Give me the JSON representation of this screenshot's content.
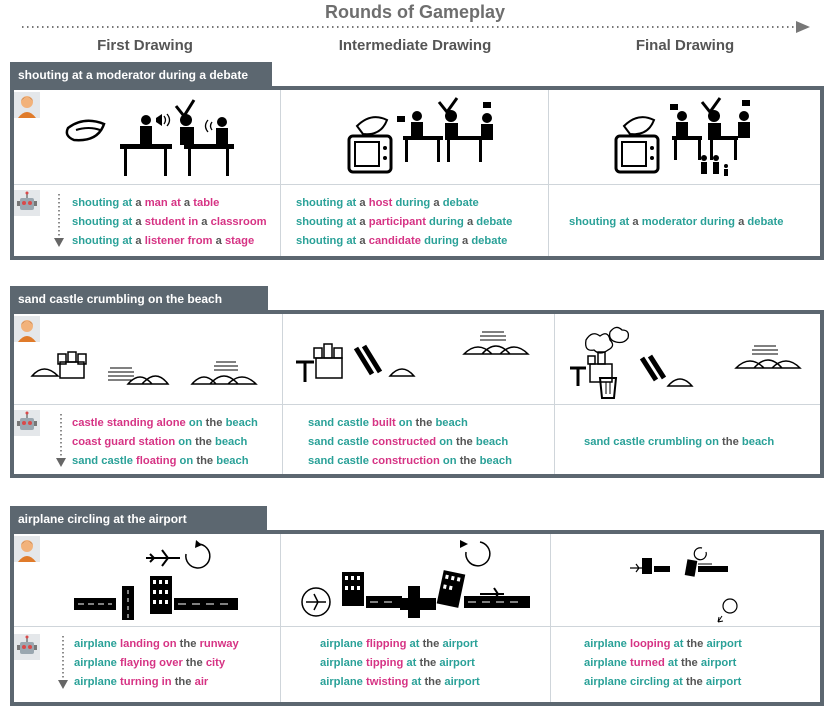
{
  "header": {
    "title": "Rounds of Gameplay",
    "columns": [
      "First Drawing",
      "Intermediate Drawing",
      "Final Drawing"
    ]
  },
  "colors": {
    "panel": "#5c6770",
    "correct": "#2aa198",
    "incorrect": "#d63384",
    "filler": "#555555"
  },
  "panels": [
    {
      "title": "shouting at a moderator during a debate",
      "guesses": [
        [
          [
            [
              "shouting at",
              "teal"
            ],
            [
              " a ",
              "gray"
            ],
            [
              "man at",
              "pink"
            ],
            [
              " a ",
              "gray"
            ],
            [
              "table",
              "pink"
            ]
          ],
          [
            [
              "shouting at",
              "teal"
            ],
            [
              " a ",
              "gray"
            ],
            [
              "student in",
              "pink"
            ],
            [
              " a ",
              "gray"
            ],
            [
              "classroom",
              "pink"
            ]
          ],
          [
            [
              "shouting at",
              "teal"
            ],
            [
              " a ",
              "gray"
            ],
            [
              "listener from",
              "pink"
            ],
            [
              " a ",
              "gray"
            ],
            [
              "stage",
              "pink"
            ]
          ]
        ],
        [
          [
            [
              "shouting at",
              "teal"
            ],
            [
              " a ",
              "gray"
            ],
            [
              "host",
              "pink"
            ],
            [
              " during",
              "teal"
            ],
            [
              " a ",
              "gray"
            ],
            [
              "debate",
              "teal"
            ]
          ],
          [
            [
              "shouting at",
              "teal"
            ],
            [
              " a ",
              "gray"
            ],
            [
              "participant",
              "pink"
            ],
            [
              " during",
              "teal"
            ],
            [
              " a ",
              "gray"
            ],
            [
              "debate",
              "teal"
            ]
          ],
          [
            [
              "shouting at",
              "teal"
            ],
            [
              " a ",
              "gray"
            ],
            [
              "candidate",
              "pink"
            ],
            [
              " during",
              "teal"
            ],
            [
              " a ",
              "gray"
            ],
            [
              "debate",
              "teal"
            ]
          ]
        ],
        [
          [
            [
              "shouting at",
              "teal"
            ],
            [
              " a ",
              "gray"
            ],
            [
              "moderator during",
              "teal"
            ],
            [
              " a ",
              "gray"
            ],
            [
              "debate",
              "teal"
            ]
          ]
        ]
      ]
    },
    {
      "title": "sand castle crumbling on the beach",
      "guesses": [
        [
          [
            [
              "castle standing alone",
              "pink"
            ],
            [
              " on",
              "teal"
            ],
            [
              " the ",
              "gray"
            ],
            [
              "beach",
              "teal"
            ]
          ],
          [
            [
              "coast guard station",
              "pink"
            ],
            [
              " on",
              "teal"
            ],
            [
              " the ",
              "gray"
            ],
            [
              "beach",
              "teal"
            ]
          ],
          [
            [
              "sand castle",
              "teal"
            ],
            [
              " floating",
              "pink"
            ],
            [
              " on",
              "teal"
            ],
            [
              " the ",
              "gray"
            ],
            [
              "beach",
              "teal"
            ]
          ]
        ],
        [
          [
            [
              "sand castle",
              "teal"
            ],
            [
              " built",
              "pink"
            ],
            [
              " on",
              "teal"
            ],
            [
              " the ",
              "gray"
            ],
            [
              "beach",
              "teal"
            ]
          ],
          [
            [
              "sand castle",
              "teal"
            ],
            [
              " constructed",
              "pink"
            ],
            [
              " on",
              "teal"
            ],
            [
              " the ",
              "gray"
            ],
            [
              "beach",
              "teal"
            ]
          ],
          [
            [
              "sand castle",
              "teal"
            ],
            [
              " construction",
              "pink"
            ],
            [
              " on",
              "teal"
            ],
            [
              " the ",
              "gray"
            ],
            [
              "beach",
              "teal"
            ]
          ]
        ],
        [
          [
            [
              "sand castle crumbling on",
              "teal"
            ],
            [
              " the ",
              "gray"
            ],
            [
              "beach",
              "teal"
            ]
          ]
        ]
      ]
    },
    {
      "title": "airplane circling at the airport",
      "guesses": [
        [
          [
            [
              "airplane",
              "teal"
            ],
            [
              " landing on",
              "pink"
            ],
            [
              " the ",
              "gray"
            ],
            [
              "runway",
              "pink"
            ]
          ],
          [
            [
              "airplane",
              "teal"
            ],
            [
              " flaying over",
              "pink"
            ],
            [
              " the ",
              "gray"
            ],
            [
              "city",
              "pink"
            ]
          ],
          [
            [
              "airplane",
              "teal"
            ],
            [
              " turning in",
              "pink"
            ],
            [
              " the ",
              "gray"
            ],
            [
              "air",
              "pink"
            ]
          ]
        ],
        [
          [
            [
              "airplane",
              "teal"
            ],
            [
              " flipping",
              "pink"
            ],
            [
              " at",
              "teal"
            ],
            [
              " the ",
              "gray"
            ],
            [
              "airport",
              "teal"
            ]
          ],
          [
            [
              "airplane",
              "teal"
            ],
            [
              " tipping",
              "pink"
            ],
            [
              " at",
              "teal"
            ],
            [
              " the ",
              "gray"
            ],
            [
              "airport",
              "teal"
            ]
          ],
          [
            [
              "airplane",
              "teal"
            ],
            [
              " twisting",
              "pink"
            ],
            [
              " at",
              "teal"
            ],
            [
              " the ",
              "gray"
            ],
            [
              "airport",
              "teal"
            ]
          ]
        ],
        [
          [
            [
              "airplane",
              "teal"
            ],
            [
              " looping",
              "pink"
            ],
            [
              " at",
              "teal"
            ],
            [
              " the ",
              "gray"
            ],
            [
              "airport",
              "teal"
            ]
          ],
          [
            [
              "airplane",
              "teal"
            ],
            [
              " turned",
              "pink"
            ],
            [
              " at",
              "teal"
            ],
            [
              " the ",
              "gray"
            ],
            [
              "airport",
              "teal"
            ]
          ],
          [
            [
              "airplane circling",
              "teal"
            ],
            [
              " at",
              "teal"
            ],
            [
              " the ",
              "gray"
            ],
            [
              "airport",
              "teal"
            ]
          ]
        ]
      ]
    }
  ]
}
